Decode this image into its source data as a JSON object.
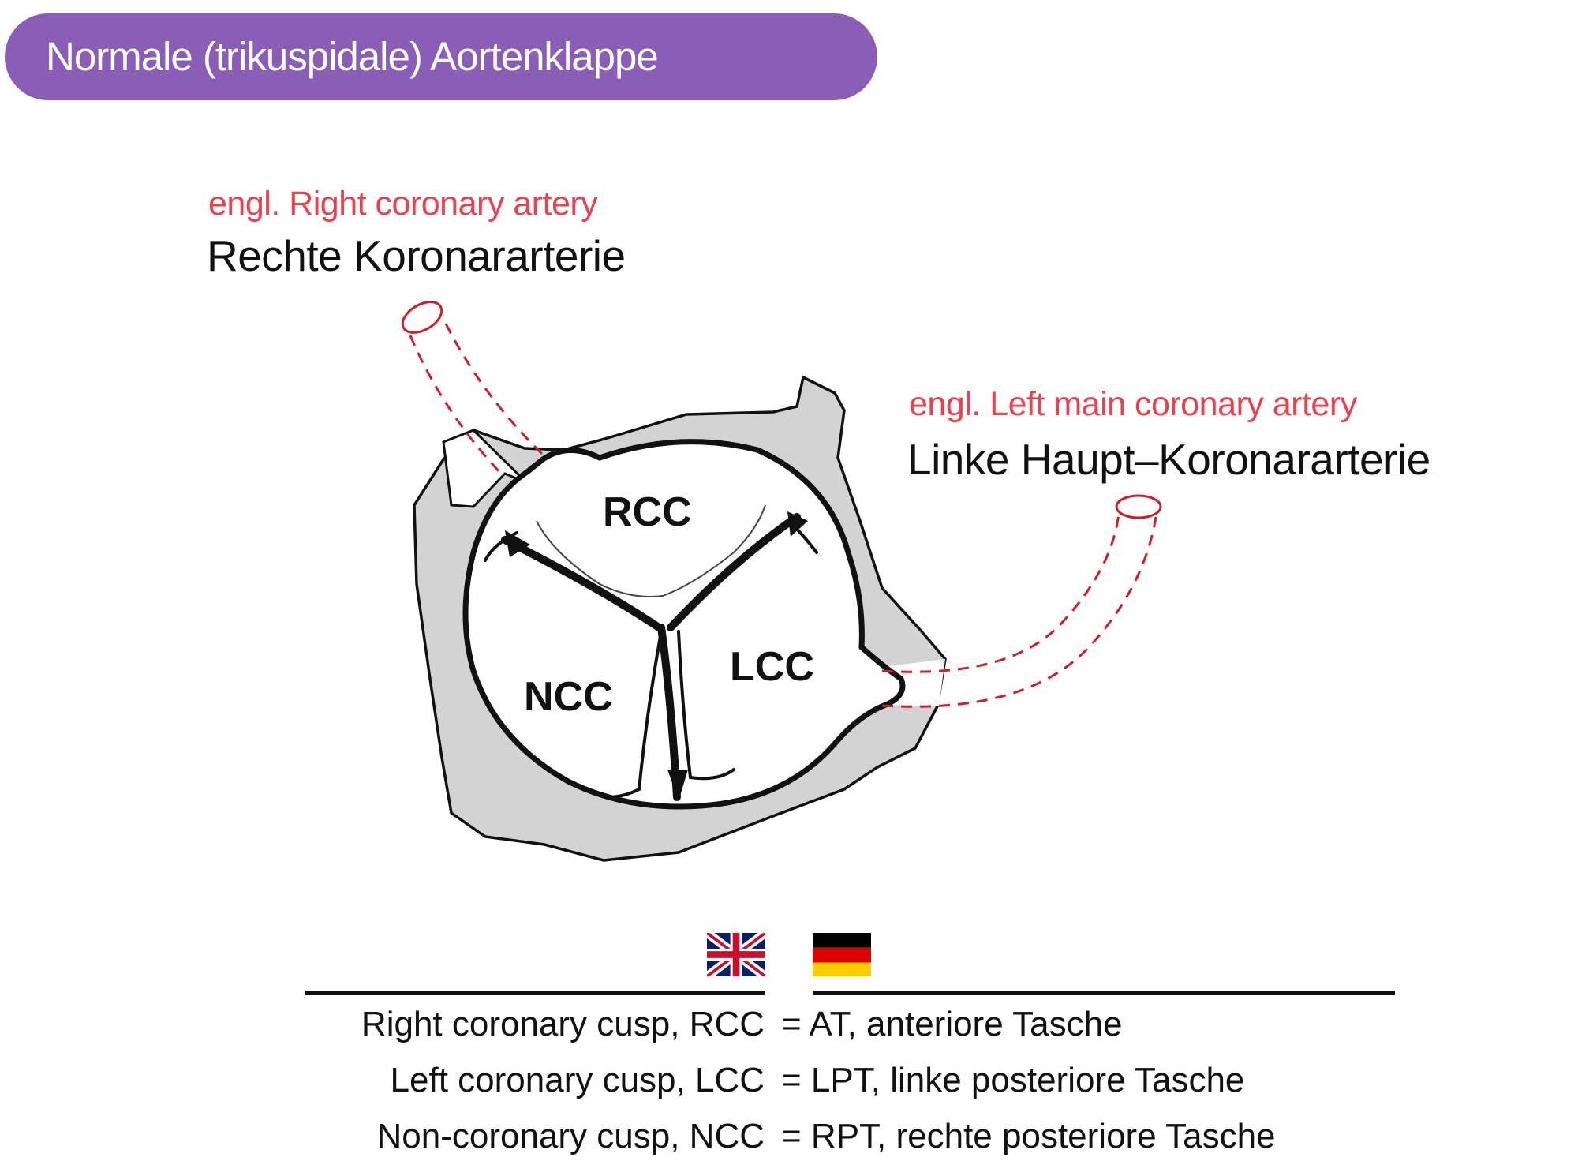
{
  "header": {
    "title": "Normale (trikuspidale) Aortenklappe"
  },
  "labels": {
    "rca_en": "engl. Right coronary artery",
    "rca_de": "Rechte Koronararterie",
    "lmca_en": "engl. Left main coronary artery",
    "lmca_de": "Linke Haupt–Koronararterie"
  },
  "cusps": {
    "rcc": "RCC",
    "lcc": "LCC",
    "ncc": "NCC"
  },
  "legend": {
    "flags": [
      "uk-flag-icon",
      "germany-flag-icon"
    ],
    "rows": [
      {
        "en": "Right coronary cusp, RCC",
        "de": "= AT, anteriore Tasche"
      },
      {
        "en": "Left coronary cusp, LCC",
        "de": "= LPT, linke posteriore Tasche"
      },
      {
        "en": "Non-coronary cusp, NCC",
        "de": "= RPT, rechte posteriore Tasche"
      }
    ]
  },
  "colors": {
    "title_bg": "#8a5db6",
    "english_label": "#e8414f",
    "vessel_outline": "#cc1f2a",
    "tissue": "#d3d3d3"
  }
}
